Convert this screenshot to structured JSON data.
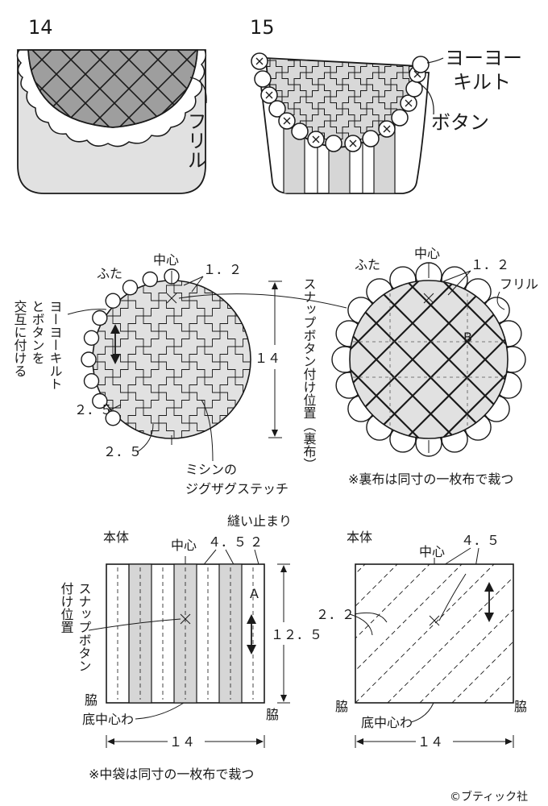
{
  "figures": {
    "fig14": {
      "number": "14",
      "frill_label": "フリル"
    },
    "fig15": {
      "number": "15",
      "yoyo_label_1": "ヨーヨー",
      "yoyo_label_2": "キルト",
      "button_label": "ボタン"
    }
  },
  "flap_left": {
    "lid_label": "ふた",
    "center_label": "中心",
    "spacing_top": "１．２",
    "yoyo_note": [
      "ヨーヨーキルト",
      "とボタンを",
      "交互に付ける"
    ],
    "diameter": "１４",
    "dim_a": "２．５",
    "dim_b": "２．５",
    "stitch_note_1": "ミシンの",
    "stitch_note_2": "ジグザグステッチ",
    "snap_note": "スナップボタン付け位置（裏布）"
  },
  "flap_right": {
    "lid_label": "ふた",
    "center_label": "中心",
    "spacing_top": "１．２",
    "frill_label": "フリル",
    "part_letter": "B",
    "lining_note": "※裏布は同寸の一枚布で裁つ"
  },
  "body_left": {
    "title": "本体",
    "stop_label": "縫い止まり",
    "center_label": "中心",
    "spacing": "４．５",
    "edge": "２",
    "part_letter": "A",
    "snap_note_1": "スナップボタン",
    "snap_note_2": "付け位置",
    "side_left": "脇",
    "side_right": "脇",
    "bottom_label": "底中心わ",
    "width": "１４",
    "height": "１２．５"
  },
  "body_right": {
    "title": "本体",
    "center_label": "中心",
    "spacing": "４．５",
    "diag_spacing": "２．２",
    "side_left": "脇",
    "side_right": "脇",
    "bottom_label": "底中心わ",
    "width": "１４"
  },
  "footnote": "※中袋は同寸の一枚布で裁つ",
  "credit": "©ブティック社"
}
